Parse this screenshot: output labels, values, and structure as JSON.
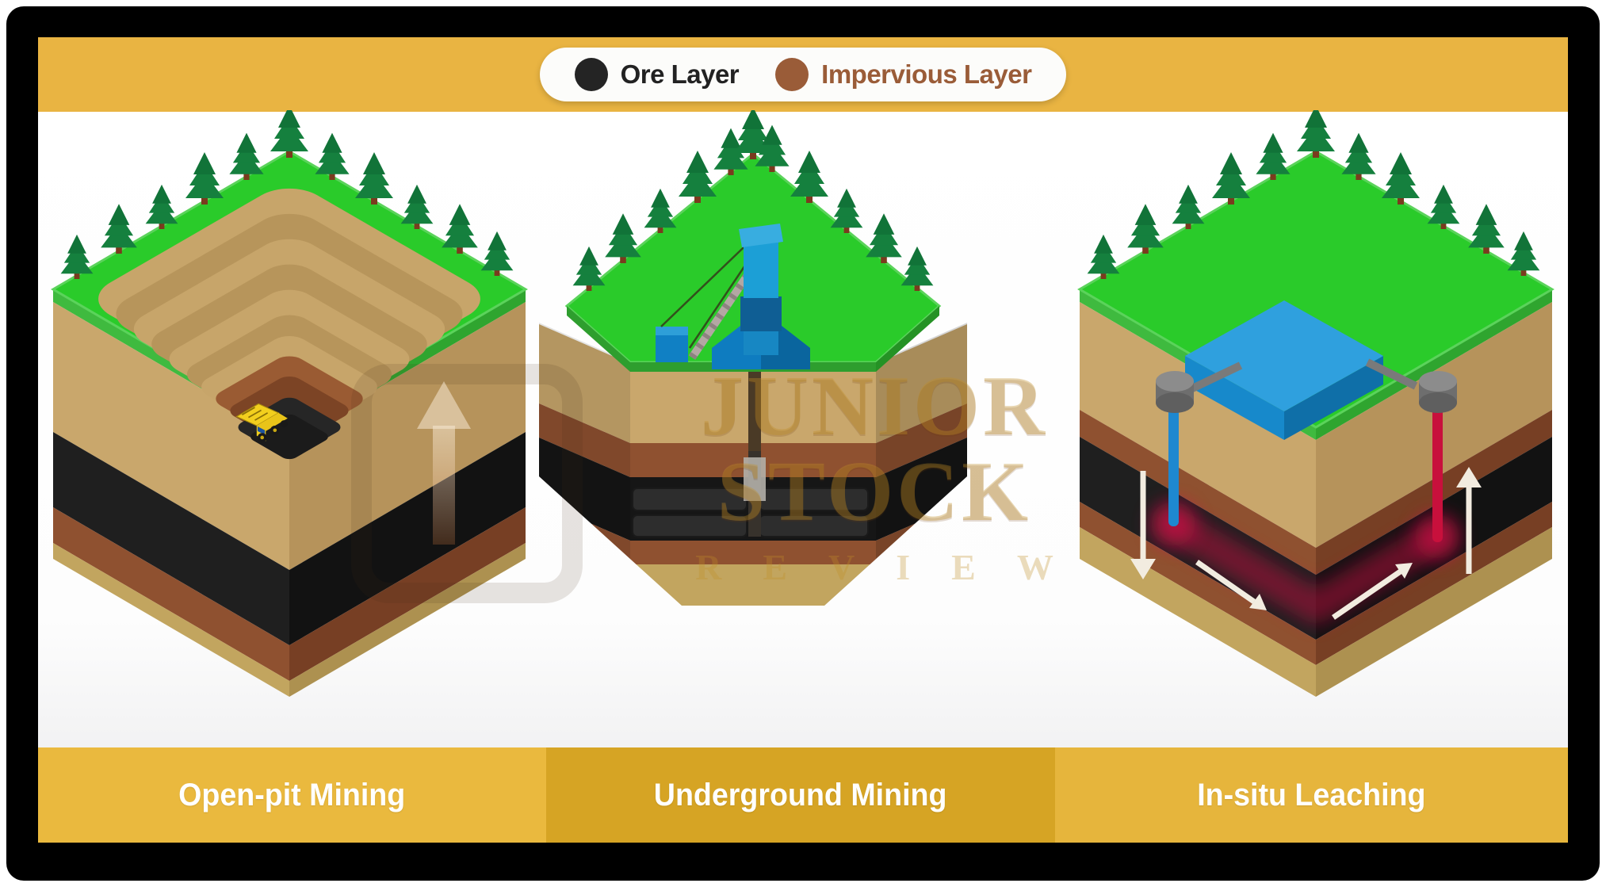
{
  "legend": {
    "items": [
      {
        "label": "Ore Layer",
        "color": "#242424"
      },
      {
        "label": "Impervious Layer",
        "color": "#9A5C38"
      }
    ]
  },
  "footer": {
    "panels": [
      {
        "title": "Open-pit Mining"
      },
      {
        "title": "Underground Mining"
      },
      {
        "title": "In-situ Leaching"
      }
    ]
  },
  "watermark": {
    "line1": "JUNIOR STOCK",
    "line2": "REVIEW"
  },
  "colors": {
    "frame": "#000000",
    "gold-band": "#E9B442",
    "panel-light": "#EAB93E",
    "panel-dark": "#D6A424",
    "panel-light2": "#E6B53C",
    "ore": "#242424",
    "impervious": "#9A5C38",
    "grass": "#2ACB2A",
    "watermark": "rgba(190,140,40,0.36)"
  }
}
